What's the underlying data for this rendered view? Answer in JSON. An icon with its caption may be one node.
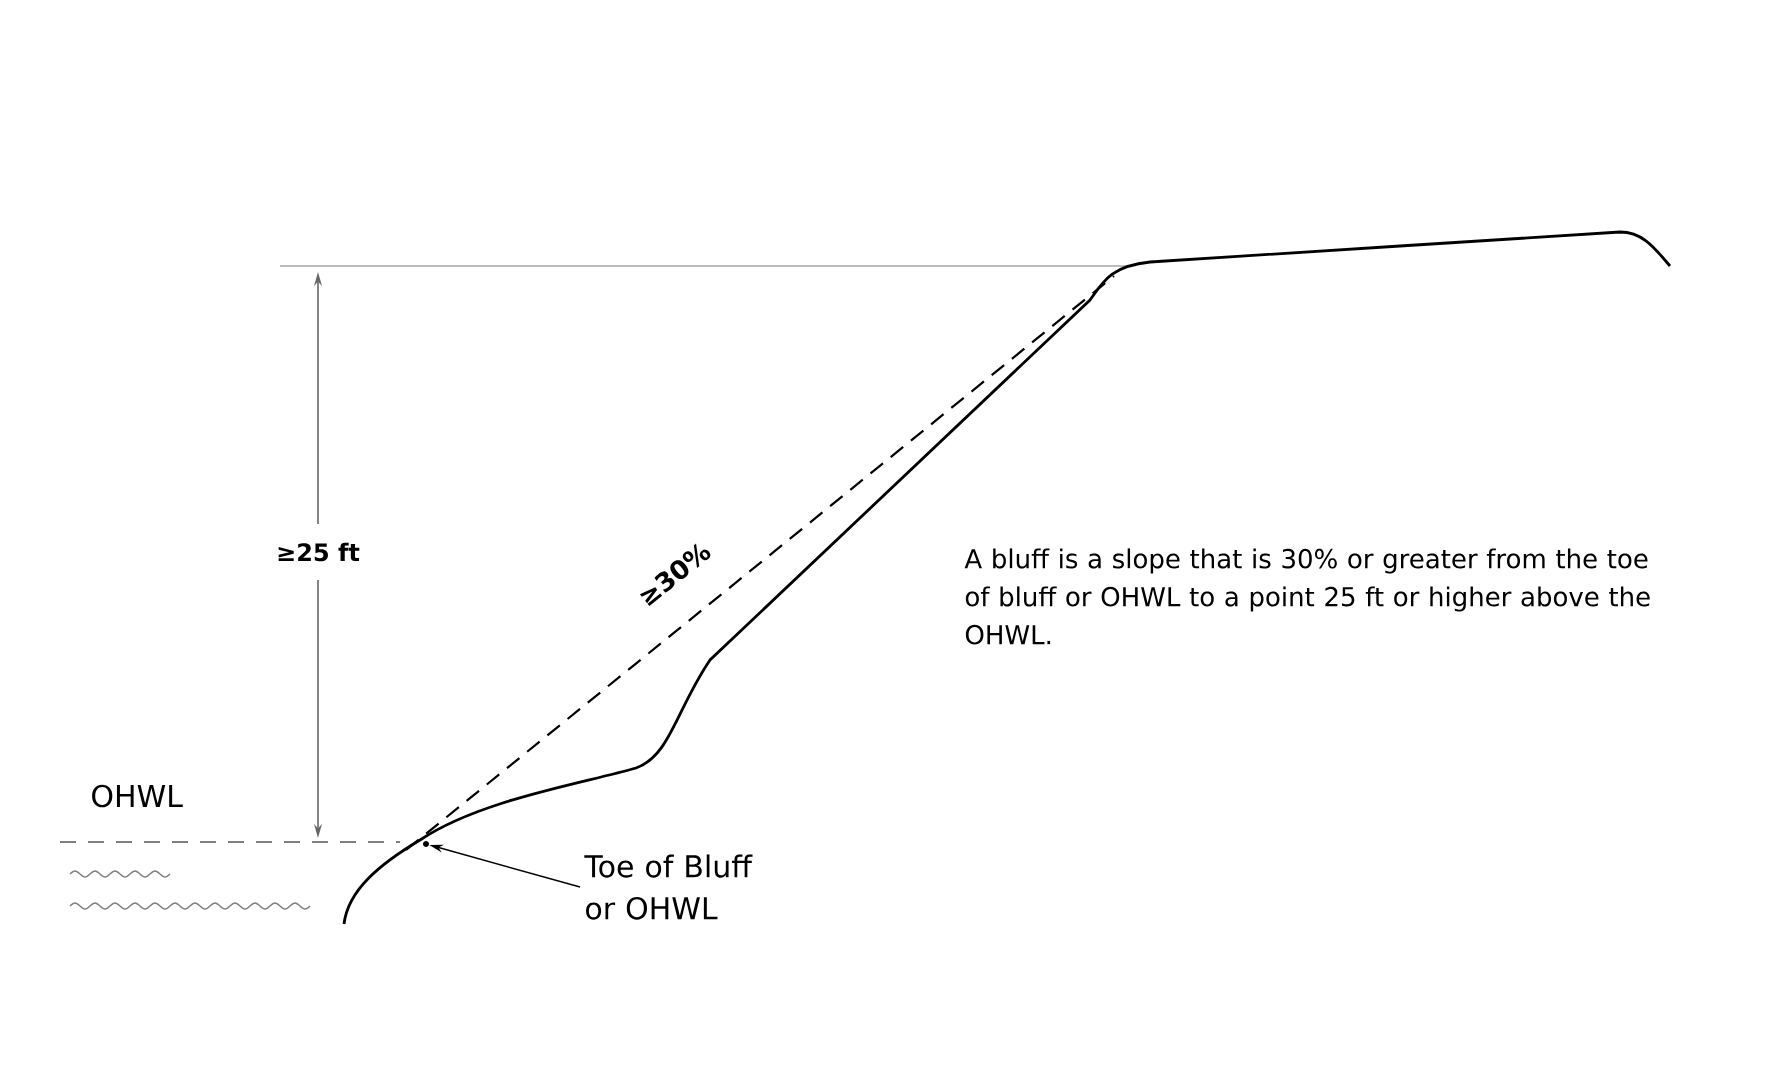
{
  "diagram": {
    "nodes": [
      {
        "text": [
          "Toe of Bluff or OHWL"
        ]
      },
      {
        "text": [],
        "shape": "point"
      }
    ],
    "edges": [
      {
        "from": 0,
        "to": 1,
        "arrow": "to"
      }
    ],
    "labels": [
      "≥25 ft",
      "≥30%",
      "A bluff is a slope that is 30% or greater from the toe of bluff or OHWL to a point 25 ft or higher above the OHWL.",
      "OHWL"
    ]
  }
}
